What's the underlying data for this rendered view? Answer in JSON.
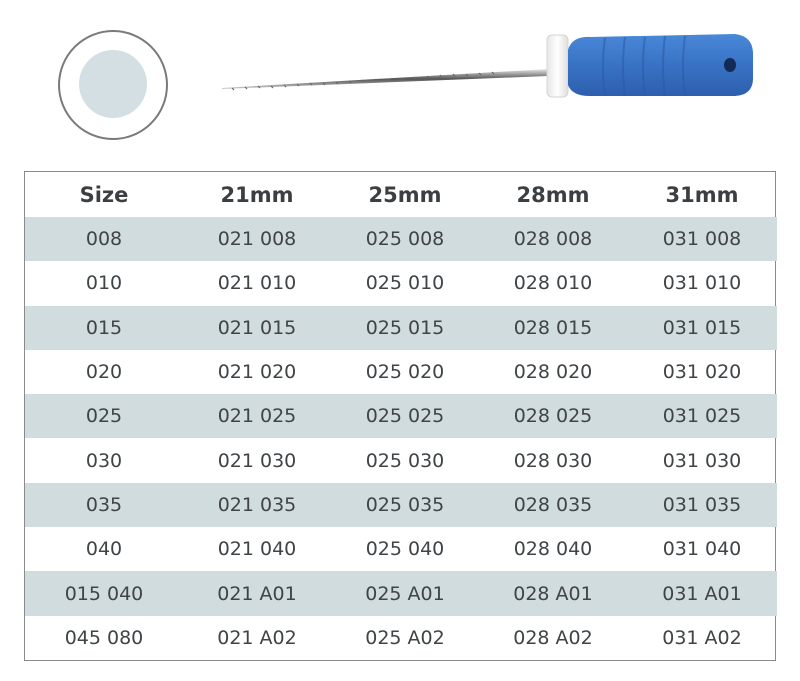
{
  "image": {
    "cross_section_icon": "circle-cross-section",
    "product_icon": "dental-k-file-instrument",
    "colors": {
      "handle_blue": "#3b78c8",
      "handle_cap": "#f4f4f4",
      "circle_fill": "#d3dfe2",
      "circle_ring": "#7a7a7a",
      "row_shade": "#d1dcde"
    }
  },
  "table": {
    "headers": [
      "Size",
      "21mm",
      "25mm",
      "28mm",
      "31mm"
    ],
    "rows": [
      [
        "008",
        "021 008",
        "025 008",
        "028 008",
        "031 008"
      ],
      [
        "010",
        "021 010",
        "025 010",
        "028 010",
        "031 010"
      ],
      [
        "015",
        "021 015",
        "025 015",
        "028 015",
        "031 015"
      ],
      [
        "020",
        "021 020",
        "025 020",
        "028 020",
        "031 020"
      ],
      [
        "025",
        "021 025",
        "025 025",
        "028 025",
        "031 025"
      ],
      [
        "030",
        "021 030",
        "025 030",
        "028 030",
        "031 030"
      ],
      [
        "035",
        "021 035",
        "025 035",
        "028 035",
        "031 035"
      ],
      [
        "040",
        "021 040",
        "025 040",
        "028 040",
        "031 040"
      ],
      [
        "015 040",
        "021 A01",
        "025 A01",
        "028 A01",
        "031 A01"
      ],
      [
        "045 080",
        "021 A02",
        "025 A02",
        "028 A02",
        "031 A02"
      ]
    ]
  }
}
